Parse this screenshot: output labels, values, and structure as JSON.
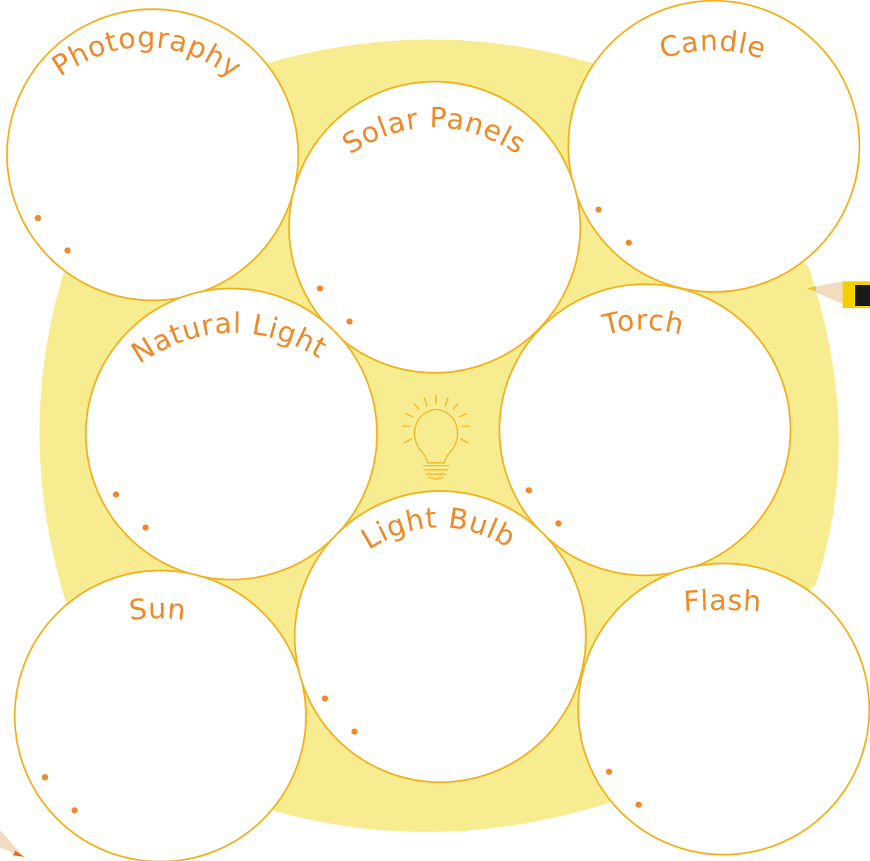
{
  "colors": {
    "background_blob": "#f7ec8f",
    "circle_fill": "#ffffff",
    "circle_stroke": "#f2b21f",
    "title_text": "#ef8a2a",
    "bullet_dot": "#ef8a2a",
    "bulb_stroke": "#f2b21f"
  },
  "center_icon": "light-bulb-icon",
  "decorations": [
    "yellow-pencil-icon",
    "orange-pencil-icon"
  ],
  "bubbles": [
    {
      "id": "photography",
      "label": "Photography",
      "bullets": 2
    },
    {
      "id": "solar-panels",
      "label": "Solar Panels",
      "bullets": 2
    },
    {
      "id": "candle",
      "label": "Candle",
      "bullets": 2
    },
    {
      "id": "natural-light",
      "label": "Natural Light",
      "bullets": 2
    },
    {
      "id": "torch",
      "label": "Torch",
      "bullets": 2
    },
    {
      "id": "light-bulb",
      "label": "Light Bulb",
      "bullets": 2
    },
    {
      "id": "sun",
      "label": "Sun",
      "bullets": 2
    },
    {
      "id": "flash",
      "label": "Flash",
      "bullets": 2
    }
  ]
}
